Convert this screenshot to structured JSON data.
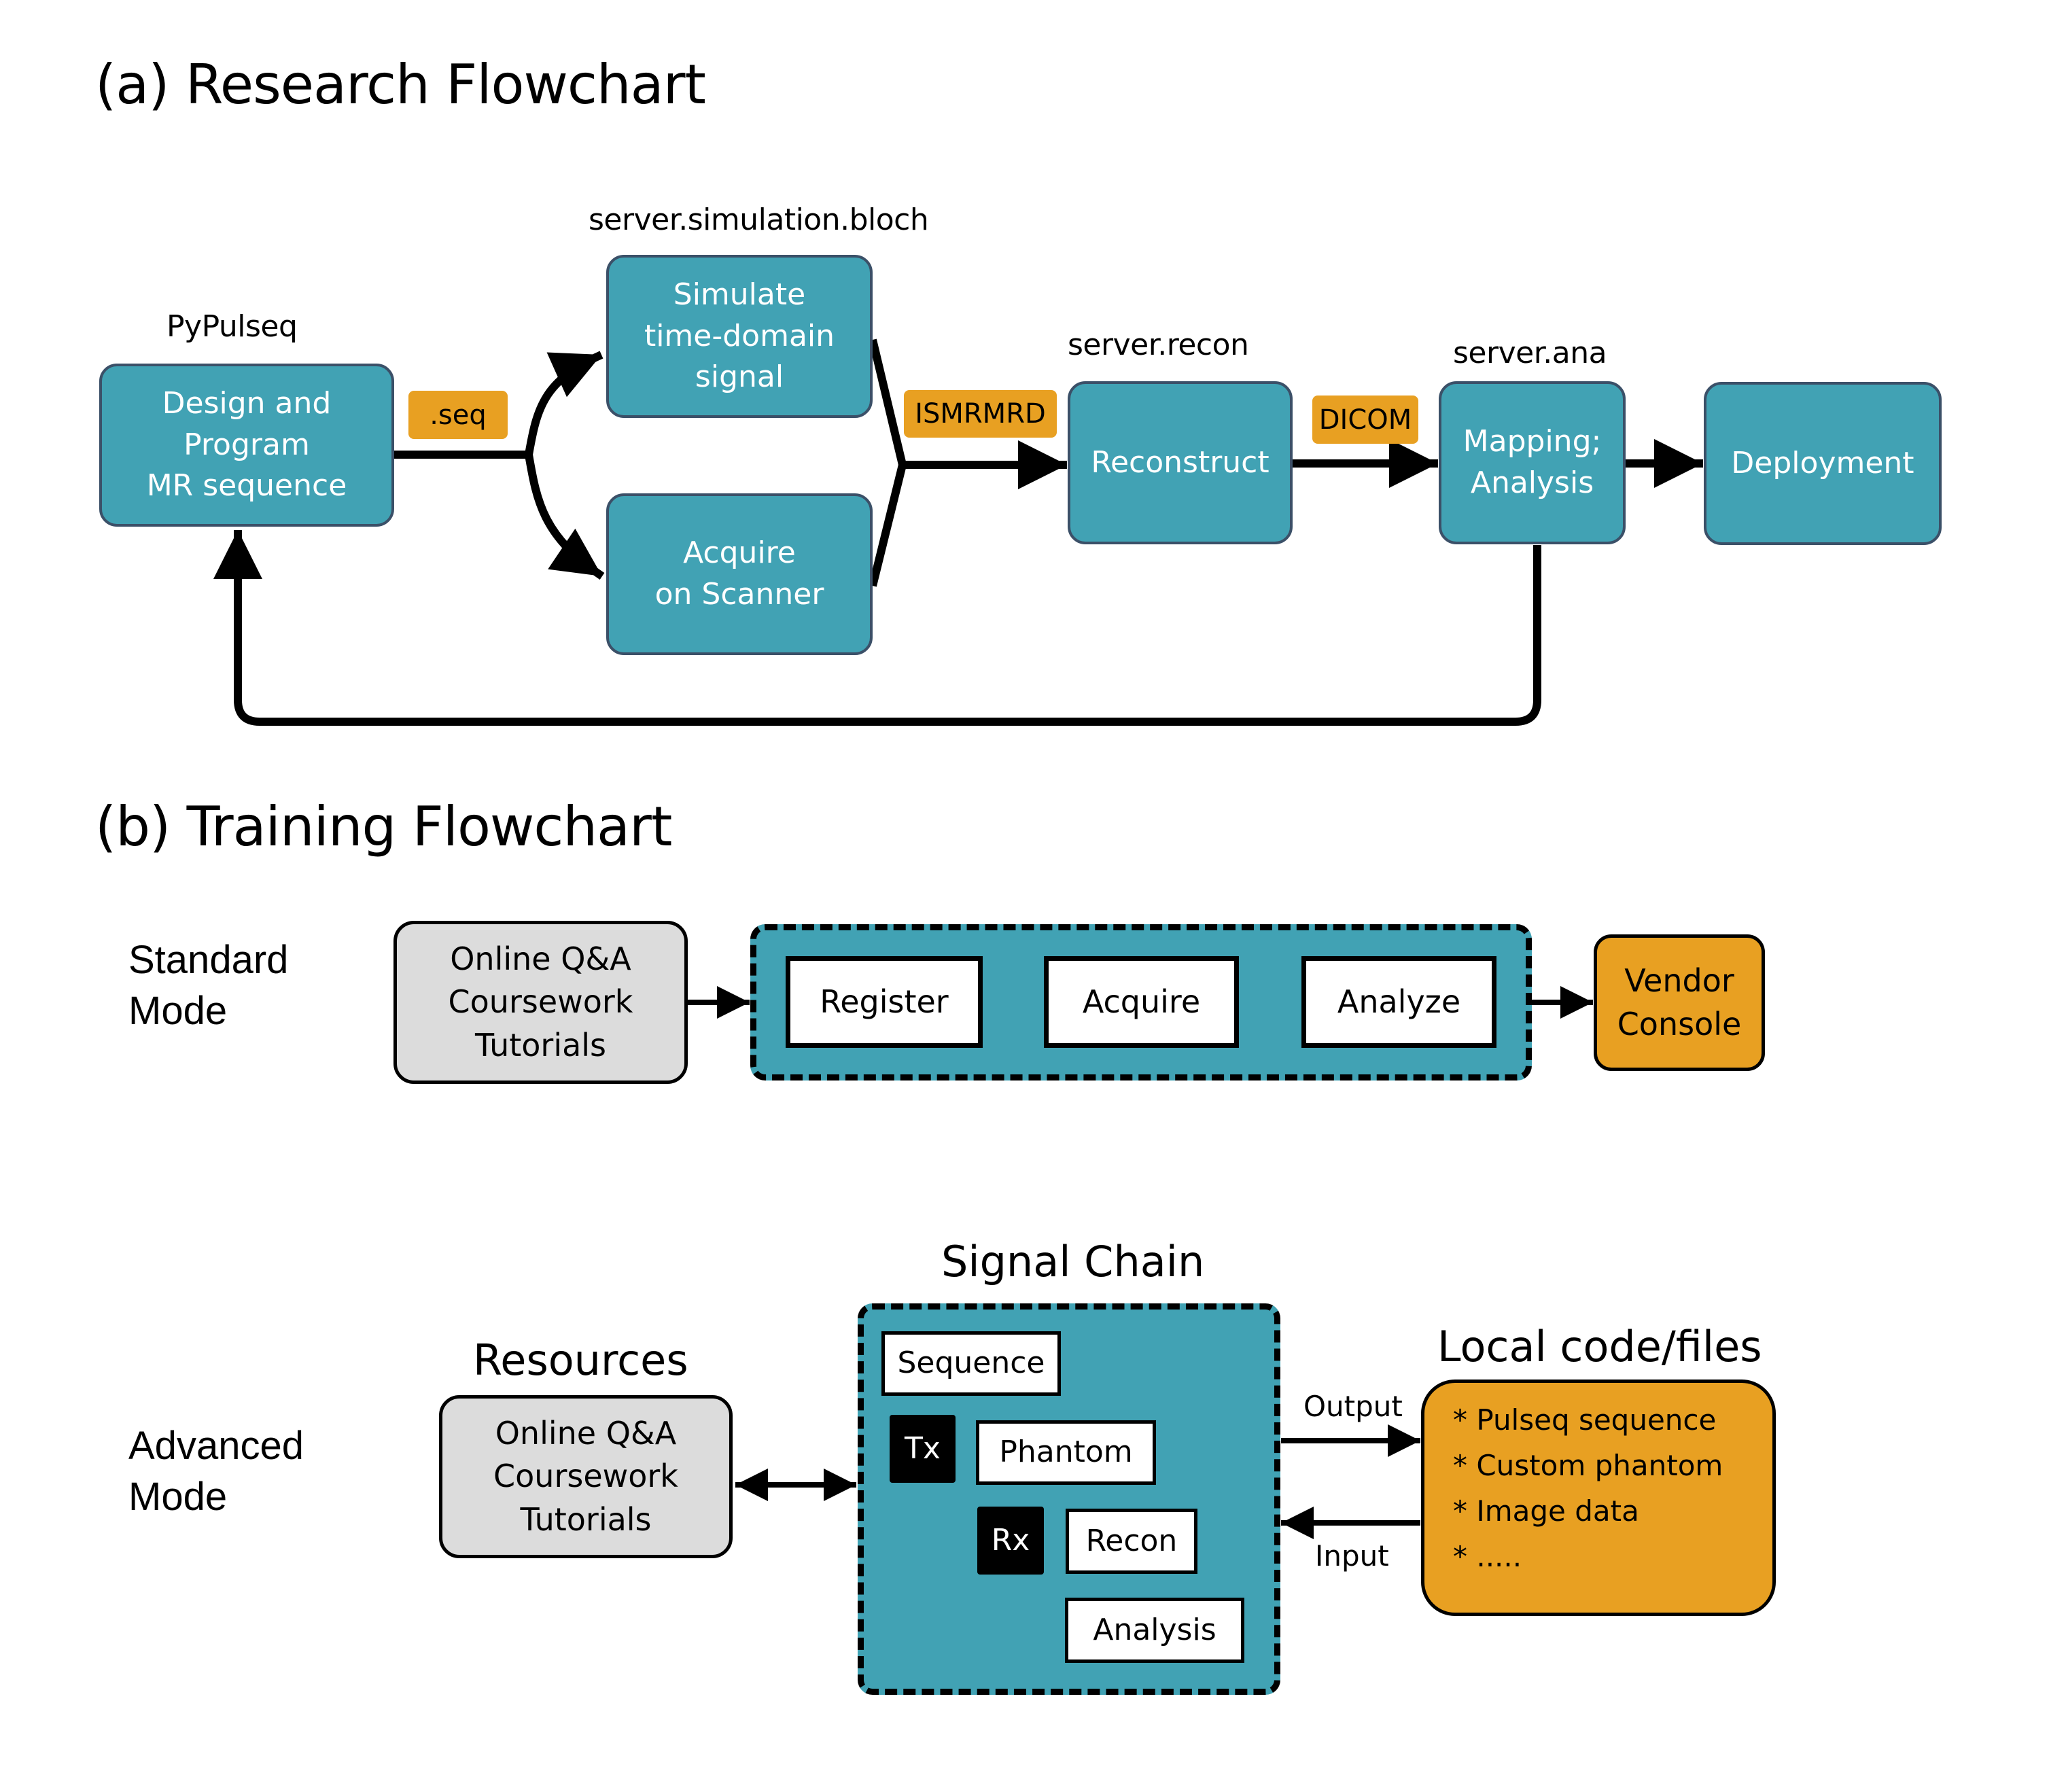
{
  "section_a": {
    "title": "(a) Research Flowchart",
    "nodes": {
      "design": {
        "label_above": "PyPulseq",
        "lines": [
          "Design and",
          "Program",
          "MR sequence"
        ]
      },
      "simulate": {
        "label_above": "server.simulation.bloch",
        "lines": [
          "Simulate",
          "time-domain",
          "signal"
        ]
      },
      "acquire": {
        "lines": [
          "Acquire",
          "on Scanner"
        ]
      },
      "reconstruct": {
        "label_above": "server.recon",
        "lines": [
          "Reconstruct"
        ]
      },
      "mapping": {
        "label_above": "server.ana",
        "lines": [
          "Mapping;",
          "Analysis"
        ]
      },
      "deployment": {
        "lines": [
          "Deployment"
        ]
      }
    },
    "badges": {
      "seq": ".seq",
      "ismrmrd": "ISMRMRD",
      "dicom": "DICOM"
    }
  },
  "section_b": {
    "title": "(b) Training Flowchart",
    "standard": {
      "mode_label": [
        "Standard",
        "Mode"
      ],
      "resources_lines": [
        "Online Q&A",
        "Coursework",
        "Tutorials"
      ],
      "steps": [
        "Register",
        "Acquire",
        "Analyze"
      ],
      "vendor_lines": [
        "Vendor",
        "Console"
      ]
    },
    "advanced": {
      "mode_label": [
        "Advanced",
        "Mode"
      ],
      "resources_title": "Resources",
      "resources_lines": [
        "Online Q&A",
        "Coursework",
        "Tutorials"
      ],
      "signal_chain_title": "Signal Chain",
      "chain": {
        "sequence": "Sequence",
        "tx": "Tx",
        "phantom": "Phantom",
        "rx": "Rx",
        "recon": "Recon",
        "analysis": "Analysis"
      },
      "output_label": "Output",
      "input_label": "Input",
      "local_title": "Local code/files",
      "local_items": [
        "* Pulseq sequence",
        "* Custom phantom",
        "* Image data",
        "* ....."
      ]
    }
  },
  "colors": {
    "teal": "#41A2B4",
    "teal_border": "#3B5068",
    "orange": "#E8A022",
    "grey": "#DCDCDC"
  }
}
